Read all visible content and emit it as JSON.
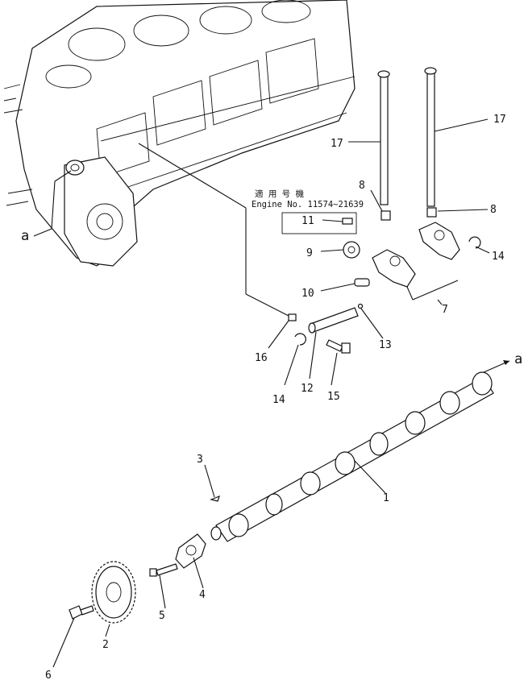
{
  "applicability_note": {
    "line1": "適 用 号 機",
    "line2": "Engine No. 11574~21639"
  },
  "reference_letters": {
    "left": "a",
    "right": "a"
  },
  "callouts": {
    "p1": "1",
    "p2": "2",
    "p3": "3",
    "p4": "4",
    "p5": "5",
    "p6": "6",
    "p7": "7",
    "p8_left": "8",
    "p8_right": "8",
    "p9": "9",
    "p10": "10",
    "p11": "11",
    "p12": "12",
    "p13": "13",
    "p14_left": "14",
    "p14_right": "14",
    "p15": "15",
    "p16": "16",
    "p17_left": "17",
    "p17_right": "17"
  }
}
